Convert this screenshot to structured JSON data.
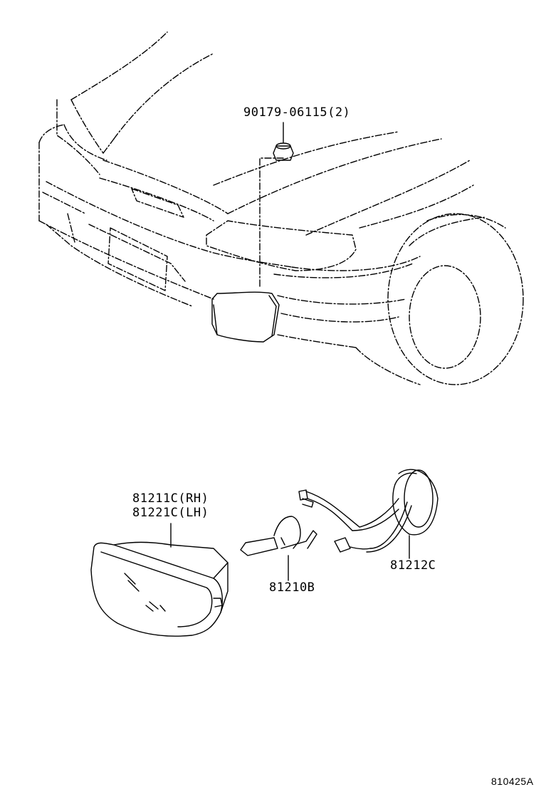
{
  "labels": {
    "nut": "90179-06115(2)",
    "foglamp_rh": "81211C(RH)",
    "foglamp_lh": "81221C(LH)",
    "bulb": "81210B",
    "socket": "81212C",
    "figure_ref": "810425A"
  }
}
